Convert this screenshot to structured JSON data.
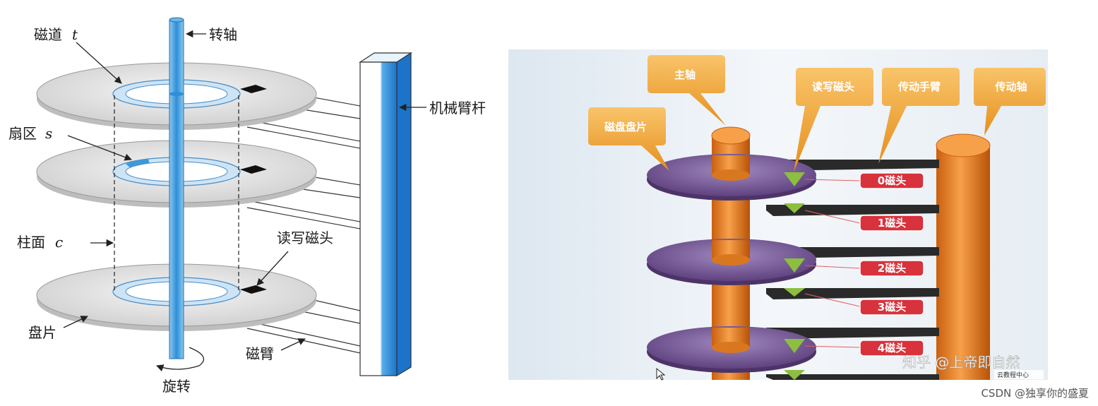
{
  "left_diagram": {
    "track_label": "磁道",
    "track_var": "t",
    "spindle_label": "转轴",
    "sector_label": "扇区",
    "sector_var": "s",
    "arm_assembly_label": "机械臂杆",
    "cylinder_label": "柱面",
    "cylinder_var": "c",
    "head_label": "读写磁头",
    "platter_label": "盘片",
    "arm_label": "磁臂",
    "rotation_label": "旋转"
  },
  "right_diagram": {
    "callouts": {
      "spindle": "主轴",
      "head": "读写磁头",
      "actuator_arm": "传动手臂",
      "actuator_axis": "传动轴",
      "platter": "磁盘盘片"
    },
    "head_tags": [
      "0磁头",
      "1磁头",
      "2磁头",
      "3磁头",
      "4磁头"
    ],
    "watermark": "知乎 @上帝即自然",
    "watermark_small": "云教程中心"
  },
  "credit": "CSDN @独享你的盛夏",
  "colors": {
    "spindle_blue": "#3d9ad9",
    "track_ring": "#b9d8f0",
    "orange": "#e07a1f",
    "purple": "#7a5a9a",
    "tag_red": "#d8323c",
    "callout_bg": "#f2a93b"
  }
}
